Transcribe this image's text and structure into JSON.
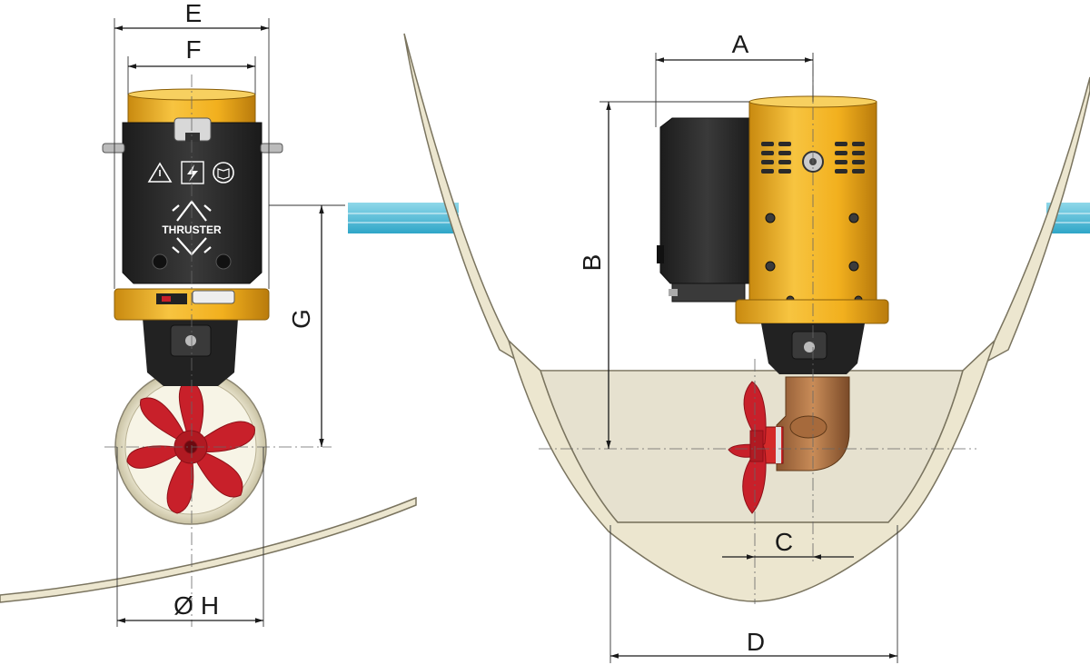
{
  "dimension_labels": {
    "a": "A",
    "b": "B",
    "c": "C",
    "d": "D",
    "e": "E",
    "f": "F",
    "g": "G",
    "h": "H",
    "h_prefix": "Ø"
  },
  "control_box": {
    "product_label": "THRUSTER"
  },
  "colors": {
    "motor_yellow": "#f2b01e",
    "housing_black": "#2e2e2e",
    "propeller_red": "#c8202a",
    "bronze_leg": "#b87a48",
    "hull_beige": "#e6e1cf",
    "water_blue": "#5bc3dc"
  },
  "icons": [
    "warning-triangle-icon",
    "lightning-icon",
    "manual-book-icon",
    "thrust-direction-arrows-icon"
  ]
}
